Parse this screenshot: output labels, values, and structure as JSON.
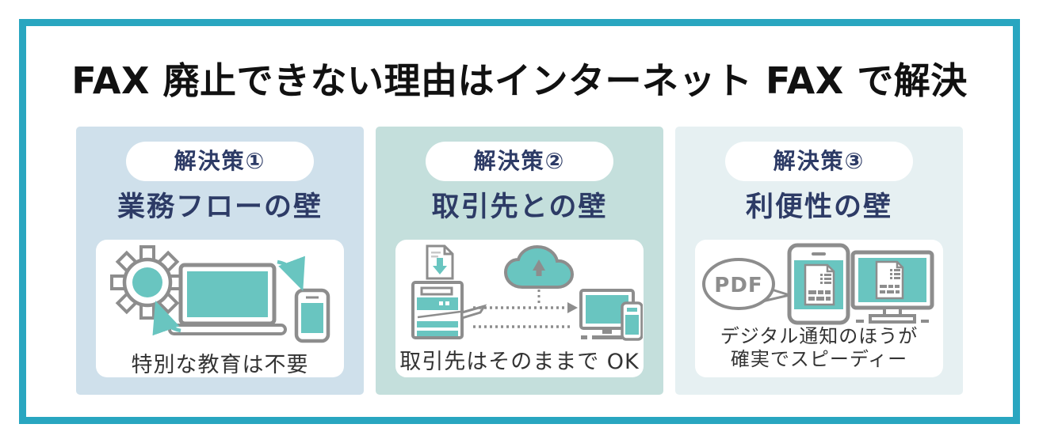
{
  "title": "FAX 廃止できない理由はインターネット FAX で解決",
  "colors": {
    "frame_border": "#29a6c0",
    "illustration_teal": "#69c5c0",
    "illustration_gray": "#8d8d8d",
    "navy_text": "#2d3b66",
    "caption_text": "#333333",
    "card1_bg": "#cfe0eb",
    "card2_bg": "#c4dfdc",
    "card3_bg": "#e6f0f2"
  },
  "cards": [
    {
      "badge": "解決策①",
      "heading": "業務フローの壁",
      "caption": "特別な教育は不要",
      "icons": [
        "gear-icon",
        "laptop-icon",
        "smartphone-icon",
        "sync-arrow-icon"
      ]
    },
    {
      "badge": "解決策②",
      "heading": "取引先との壁",
      "caption": "取引先はそのままで OK",
      "icons": [
        "document-download-icon",
        "fax-machine-icon",
        "cloud-icon",
        "dotted-arrow-icon",
        "monitor-icon",
        "smartphone-icon"
      ]
    },
    {
      "badge": "解決策③",
      "heading": "利便性の壁",
      "caption": "デジタル通知のほうが",
      "caption_line2": "確実でスピーディー",
      "bubble_text": "PDF",
      "icons": [
        "pdf-speech-bubble-icon",
        "smartphone-document-icon",
        "monitor-document-icon"
      ]
    }
  ]
}
